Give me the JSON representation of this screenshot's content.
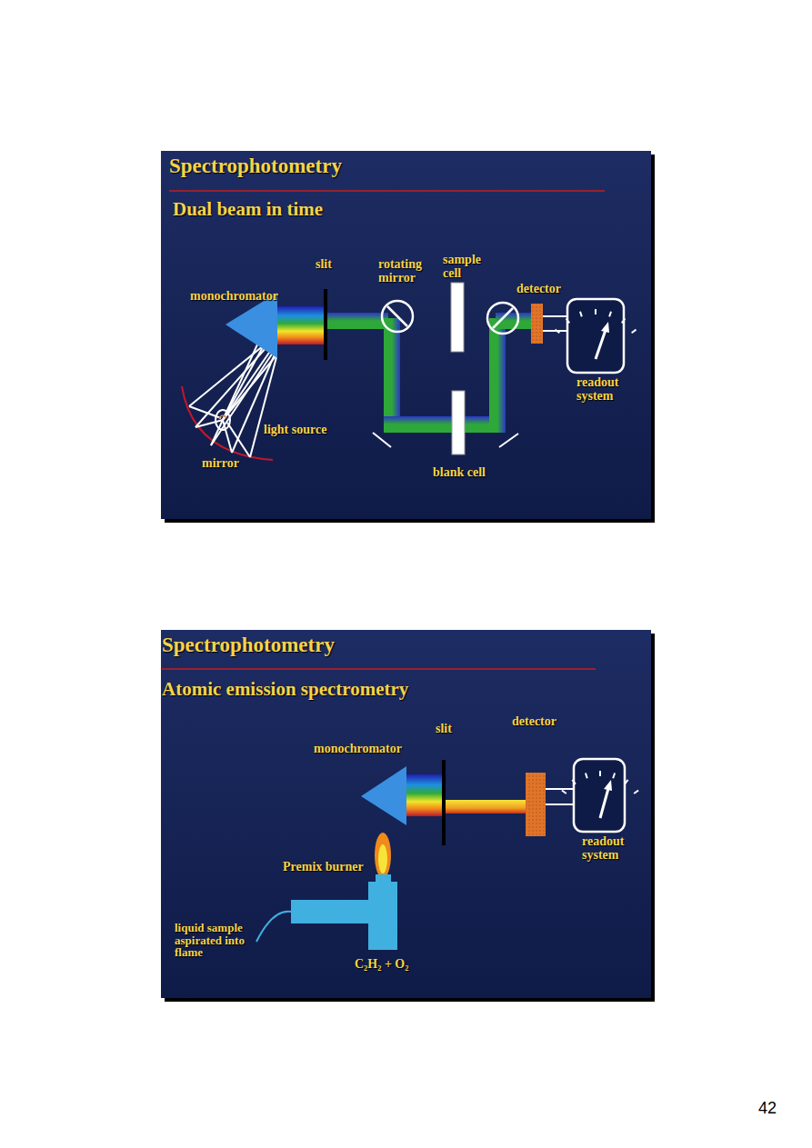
{
  "diagram": {
    "labels": [
      "Spectrophotometry",
      "Dual beam in time",
      "slit",
      "rotating mirror",
      "sample cell",
      "monochromator",
      "detector",
      "readout system",
      "light source",
      "mirror",
      "blank cell",
      "Spectrophotometry",
      "Atomic emission spectrometry",
      "slit",
      "detector",
      "monochromator",
      "readout system",
      "Premix burner",
      "liquid sample aspirated into flame",
      "C₂H₂ + O₂",
      "42"
    ]
  }
}
